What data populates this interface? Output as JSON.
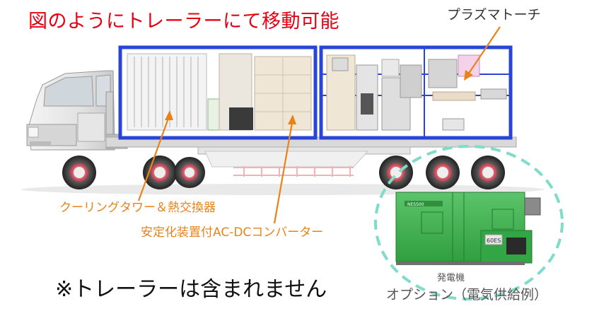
{
  "title": "図のようにトレーラーにて移動可能",
  "labels": {
    "plasma_torch": "プラズマトーチ",
    "cooling_tower": "クーリングタワー＆熱交換器",
    "converter": "安定化装置付AC-DCコンバーター",
    "generator": "発電機",
    "option": "オプション（電気供給例）"
  },
  "note": "※トレーラーは含まれません",
  "generator_markings": {
    "model": "NES500",
    "unit": "60ES"
  },
  "colors": {
    "title": "#e60012",
    "callout": "#e8831a",
    "container_frame": "#2b44d8",
    "generator": "#34b24a",
    "dashed_circle": "#7fdcc8"
  }
}
